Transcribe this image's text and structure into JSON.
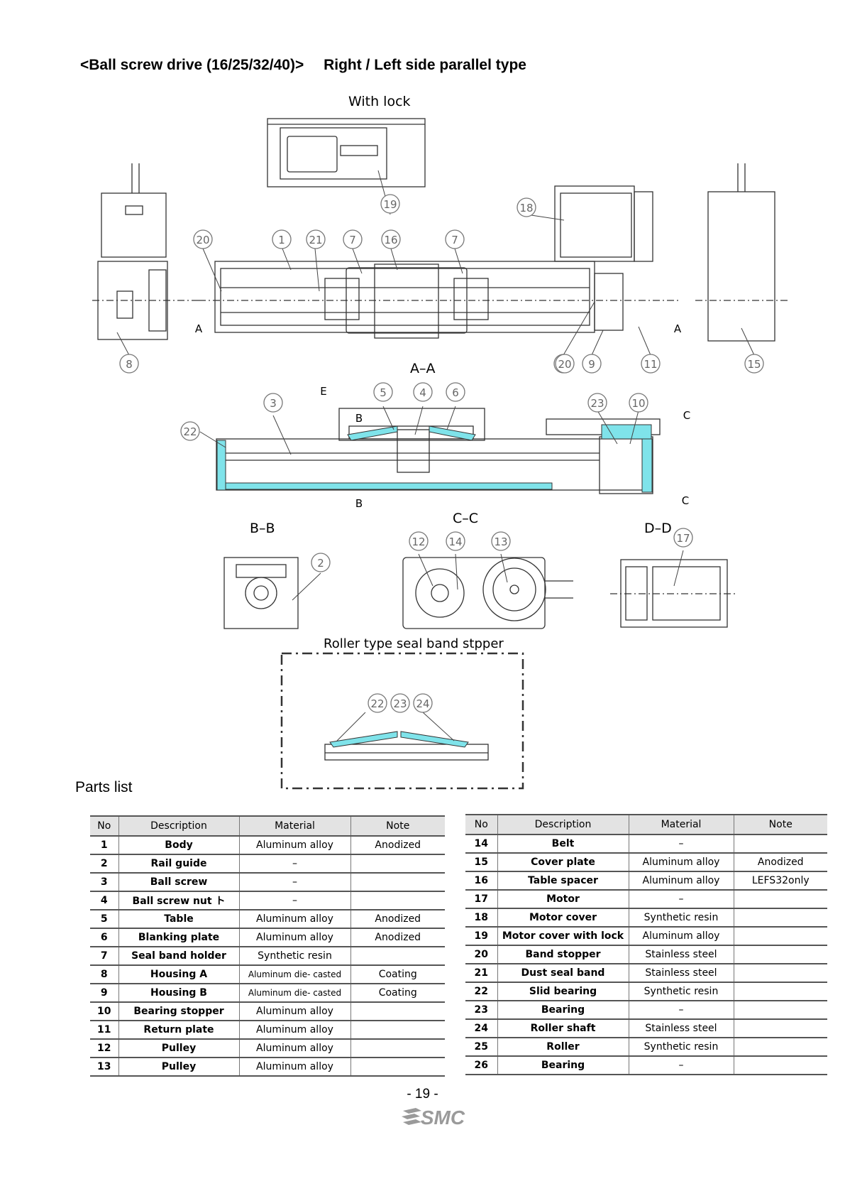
{
  "heading": {
    "left": "<Ball screw drive (16/25/32/40)>",
    "right": "Right / Left side parallel type"
  },
  "captions": {
    "with_lock": "With lock",
    "section_aa": "A–A",
    "section_bb": "B–B",
    "section_cc": "C–C",
    "section_dd": "D–D",
    "roller_title": "Roller type seal band stpper",
    "letter_a": "A",
    "letter_b": "B",
    "letter_c": "C",
    "letter_e": "E"
  },
  "balloons": [
    "1",
    "2",
    "3",
    "4",
    "5",
    "6",
    "7",
    "8",
    "9",
    "10",
    "11",
    "12",
    "13",
    "14",
    "15",
    "16",
    "17",
    "18",
    "19",
    "20",
    "21",
    "22",
    "23",
    "24"
  ],
  "parts_title": "Parts list",
  "table_headers": [
    "No",
    "Description",
    "Material",
    "Note"
  ],
  "parts_left": [
    {
      "no": "1",
      "desc": "Body",
      "mat": "Aluminum alloy",
      "note": "Anodized"
    },
    {
      "no": "2",
      "desc": "Rail guide",
      "mat": "–",
      "note": ""
    },
    {
      "no": "3",
      "desc": "Ball screw",
      "mat": "–",
      "note": ""
    },
    {
      "no": "4",
      "desc": "Ball screw nut ト",
      "mat": "–",
      "note": ""
    },
    {
      "no": "5",
      "desc": "Table",
      "mat": "Aluminum alloy",
      "note": "Anodized"
    },
    {
      "no": "6",
      "desc": "Blanking plate",
      "mat": "Aluminum alloy",
      "note": "Anodized"
    },
    {
      "no": "7",
      "desc": "Seal band holder",
      "mat": "Synthetic resin",
      "note": ""
    },
    {
      "no": "8",
      "desc": "Housing A",
      "mat": "Aluminum die- casted",
      "note": "Coating"
    },
    {
      "no": "9",
      "desc": "Housing B",
      "mat": "Aluminum die- casted",
      "note": "Coating"
    },
    {
      "no": "10",
      "desc": "Bearing stopper",
      "mat": "Aluminum alloy",
      "note": ""
    },
    {
      "no": "11",
      "desc": "Return plate",
      "mat": "Aluminum alloy",
      "note": ""
    },
    {
      "no": "12",
      "desc": "Pulley",
      "mat": "Aluminum alloy",
      "note": ""
    },
    {
      "no": "13",
      "desc": "Pulley",
      "mat": "Aluminum alloy",
      "note": ""
    }
  ],
  "parts_right": [
    {
      "no": "14",
      "desc": "Belt",
      "mat": "–",
      "note": ""
    },
    {
      "no": "15",
      "desc": "Cover plate",
      "mat": "Aluminum alloy",
      "note": "Anodized"
    },
    {
      "no": "16",
      "desc": "Table spacer",
      "mat": "Aluminum alloy",
      "note": "LEFS32only"
    },
    {
      "no": "17",
      "desc": "Motor",
      "mat": "–",
      "note": ""
    },
    {
      "no": "18",
      "desc": "Motor cover",
      "mat": "Synthetic resin",
      "note": ""
    },
    {
      "no": "19",
      "desc": "Motor cover with lock",
      "mat": "Aluminum alloy",
      "note": ""
    },
    {
      "no": "20",
      "desc": "Band stopper",
      "mat": "Stainless steel",
      "note": ""
    },
    {
      "no": "21",
      "desc": "Dust seal band",
      "mat": "Stainless steel",
      "note": ""
    },
    {
      "no": "22",
      "desc": "Slid bearing",
      "mat": "Synthetic resin",
      "note": ""
    },
    {
      "no": "23",
      "desc": "Bearing",
      "mat": "–",
      "note": ""
    },
    {
      "no": "24",
      "desc": "Roller shaft",
      "mat": "Stainless steel",
      "note": ""
    },
    {
      "no": "25",
      "desc": "Roller",
      "mat": "Synthetic resin",
      "note": ""
    },
    {
      "no": "26",
      "desc": "Bearing",
      "mat": "–",
      "note": ""
    }
  ],
  "page_number": "- 19 -",
  "logo_text": "SMC",
  "colors": {
    "section_fill": "#7fe3ea",
    "line": "#333333",
    "balloon": "#666666"
  }
}
